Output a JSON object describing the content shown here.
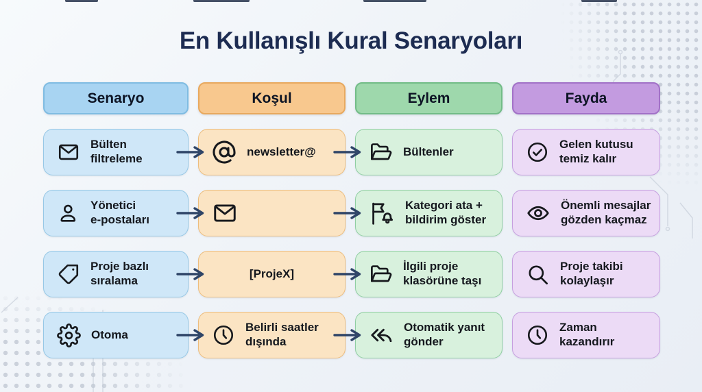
{
  "title": "En Kullanışlı Kural Senaryoları",
  "colors": {
    "background": "#eff3f8",
    "title_text": "#1d2c52",
    "card_text": "#15181e",
    "arrow": "#2e4467",
    "senaryo_header": "#a8d4f2",
    "senaryo_card": "#cfe7f8",
    "kosul_header": "#f8c88e",
    "kosul_card": "#fbe4c3",
    "eylem_header": "#9ed8ac",
    "eylem_card": "#d8f1dd",
    "fayda_header": "#c39be0",
    "fayda_card": "#ecdbf6"
  },
  "columns": [
    {
      "id": "senaryo",
      "label": "Senaryo"
    },
    {
      "id": "kosul",
      "label": "Koşul"
    },
    {
      "id": "eylem",
      "label": "Eylem"
    },
    {
      "id": "fayda",
      "label": "Fayda"
    }
  ],
  "rows": [
    {
      "senaryo": {
        "icon": "envelope-icon",
        "label": "Bülten\nfiltreleme"
      },
      "kosul": {
        "icon": "at-sign-icon",
        "label": "newsletter@"
      },
      "eylem": {
        "icon": "folder-open-icon",
        "label": "Bültenler"
      },
      "fayda": {
        "icon": "check-circle-icon",
        "label": "Gelen kutusu\ntemiz kalır"
      }
    },
    {
      "senaryo": {
        "icon": "user-icon",
        "label": "Yönetici\ne-postaları"
      },
      "kosul": {
        "icon": "envelope-icon",
        "label": ""
      },
      "eylem": {
        "icon": "flag-bell-icon",
        "label": "Kategori ata +\nbildirim göster"
      },
      "fayda": {
        "icon": "eye-icon",
        "label": "Önemli mesajlar\ngözden kaçmaz"
      }
    },
    {
      "senaryo": {
        "icon": "tag-icon",
        "label": "Proje bazlı\nsıralama"
      },
      "kosul": {
        "icon": null,
        "label": "[ProjeX]"
      },
      "eylem": {
        "icon": "folder-open-icon",
        "label": "İlgili proje\nklasörüne taşı"
      },
      "fayda": {
        "icon": "search-icon",
        "label": "Proje takibi\nkolaylaşır"
      }
    },
    {
      "senaryo": {
        "icon": "gear-icon",
        "label": "Otoma"
      },
      "kosul": {
        "icon": "clock-icon",
        "label": "Belirli saatler\ndışında"
      },
      "eylem": {
        "icon": "reply-all-icon",
        "label": "Otomatik yanıt\ngönder"
      },
      "fayda": {
        "icon": "clock-icon",
        "label": "Zaman\nkazandırır"
      }
    }
  ]
}
